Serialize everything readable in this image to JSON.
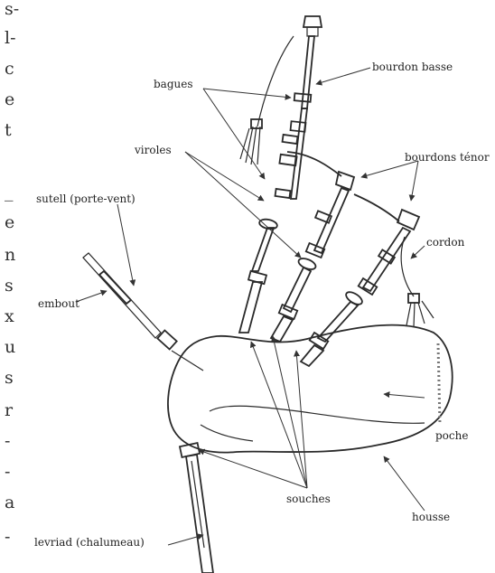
{
  "margin_text": [
    "s-",
    "l-",
    "c",
    "e",
    "t",
    "_",
    "e",
    "n",
    "s",
    "x",
    "u",
    "s",
    "r",
    "-",
    "-",
    "a",
    "-"
  ],
  "labels": {
    "bourdon_basse": "bourdon basse",
    "bagues": "bagues",
    "viroles": "viroles",
    "bourdons_tenor": "bourdons ténor",
    "sutell": "sutell (porte-vent)",
    "cordon": "cordon",
    "embout": "embout",
    "poche": "poche",
    "souches": "souches",
    "housse": "housse",
    "levriad": "levriad (chalumeau)"
  }
}
